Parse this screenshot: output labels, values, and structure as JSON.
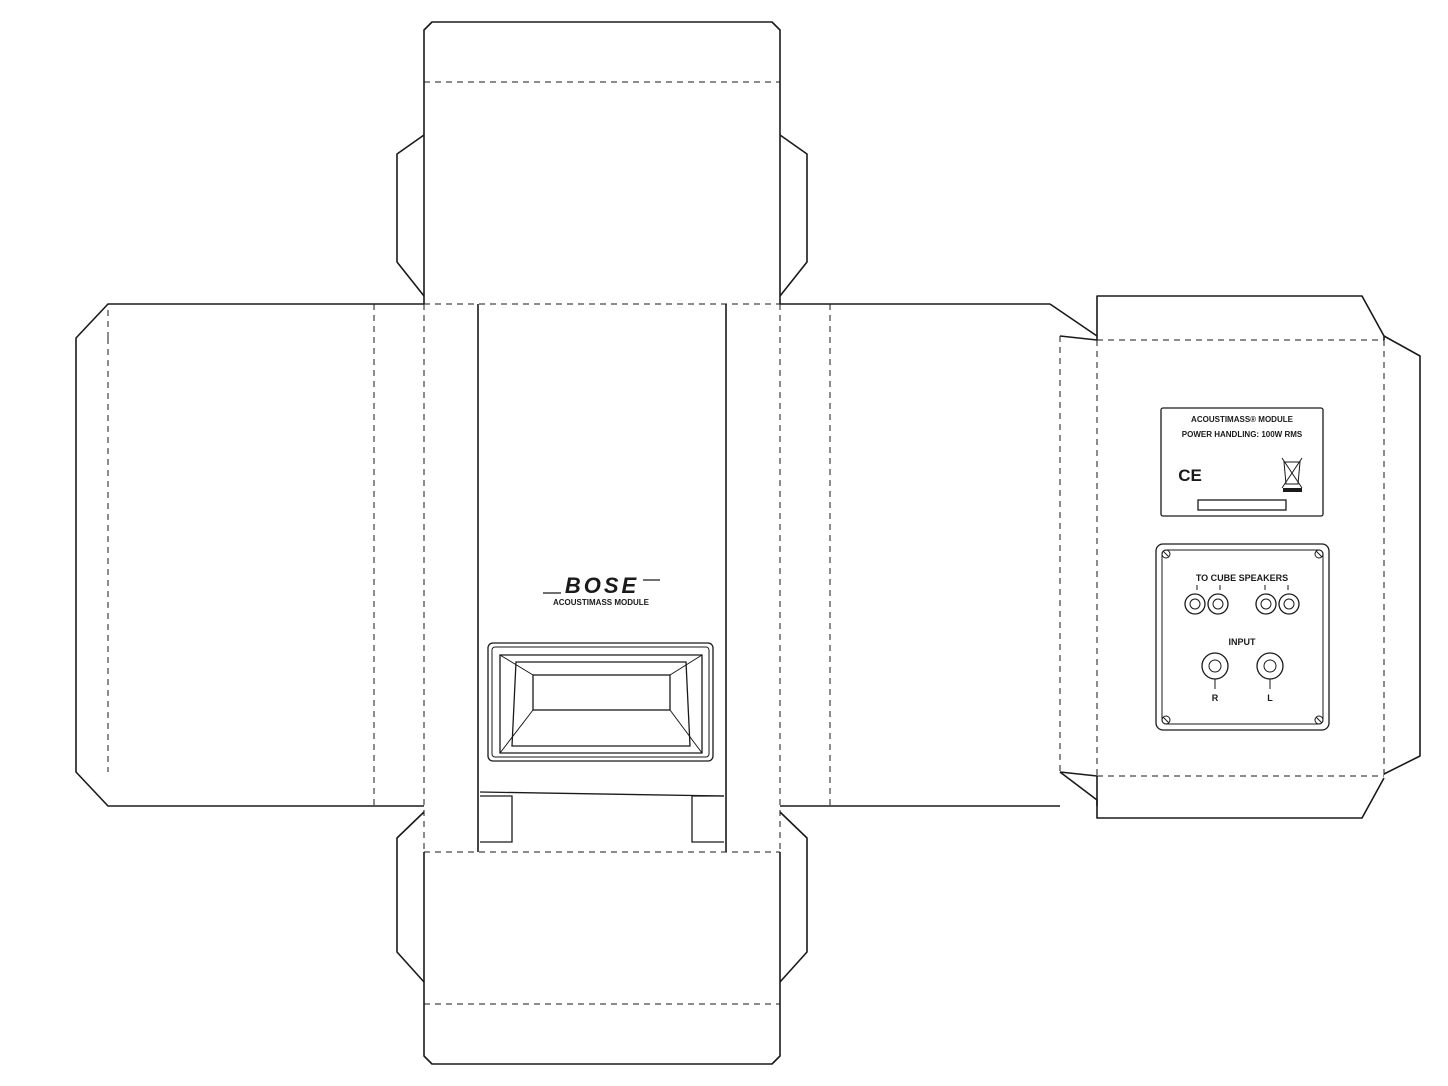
{
  "front_panel": {
    "brand": "BOSE",
    "model": "ACOUSTIMASS MODULE"
  },
  "rear_label": {
    "line1": "ACOUSTIMASS® MODULE",
    "line2": "POWER HANDLING: 100W RMS",
    "ce_mark": "CE",
    "weee_icon": "crossed-bin-icon"
  },
  "connector_panel": {
    "speaker_header": "TO CUBE SPEAKERS",
    "input_header": "INPUT",
    "input_right": "R",
    "input_left": "L"
  }
}
